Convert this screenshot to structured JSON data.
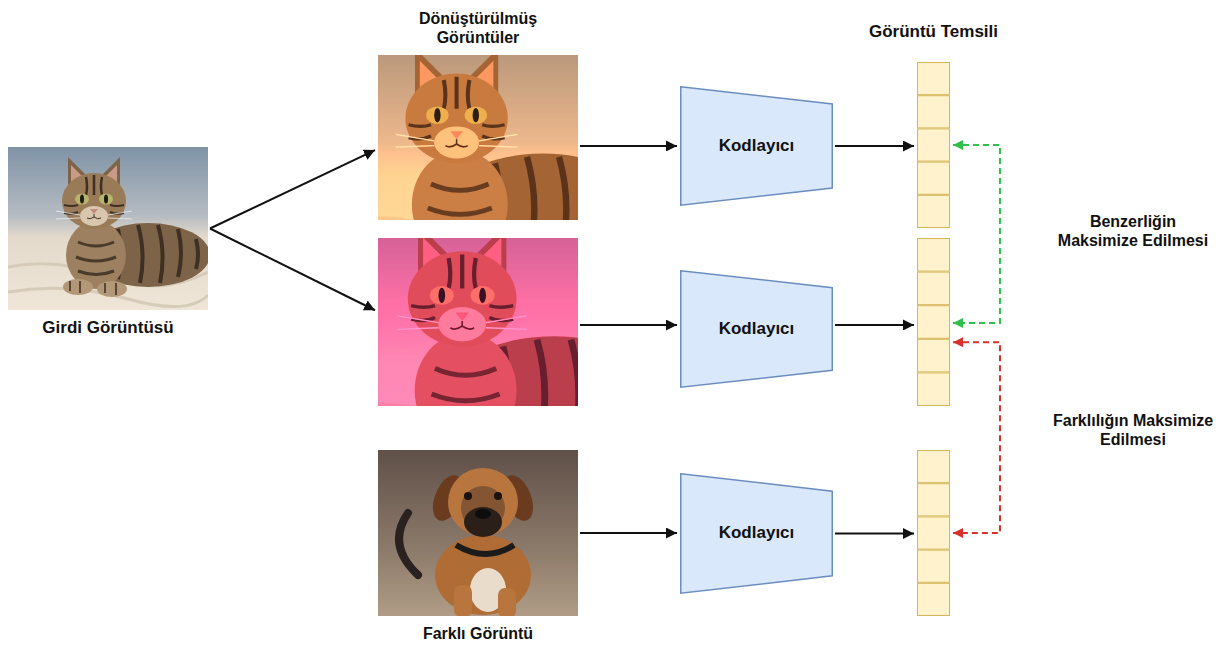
{
  "diagram": {
    "nodes": [
      {
        "text": [
          "Girdi Görüntüsü"
        ]
      },
      {
        "text": [
          "Dönüştürülmüş Görüntüler"
        ]
      },
      {
        "text": []
      },
      {
        "text": [
          "Farklı Görüntü"
        ]
      },
      {
        "text": [
          "Kodlayıcı"
        ]
      },
      {
        "text": [
          "Kodlayıcı"
        ]
      },
      {
        "text": [
          "Kodlayıcı"
        ]
      },
      {
        "text": [
          "Görüntü Temsili"
        ]
      },
      {
        "text": []
      },
      {
        "text": []
      }
    ],
    "edges": [
      {
        "from": 0,
        "to": 1,
        "arrow": "to"
      },
      {
        "from": 0,
        "to": 2,
        "arrow": "to"
      },
      {
        "from": 1,
        "to": 4,
        "arrow": "to"
      },
      {
        "from": 2,
        "to": 5,
        "arrow": "to"
      },
      {
        "from": 3,
        "to": 6,
        "arrow": "to"
      },
      {
        "from": 4,
        "to": 7,
        "arrow": "to"
      },
      {
        "from": 5,
        "to": 8,
        "arrow": "to"
      },
      {
        "from": 6,
        "to": 9,
        "arrow": "to"
      },
      {
        "from": 7,
        "to": 8,
        "label": "Benzerliğin Maksimize Edilmesi",
        "arrow": "both"
      },
      {
        "from": 8,
        "to": 9,
        "label": "Farklılığın Maksimize Edilmesi",
        "arrow": "both"
      }
    ]
  }
}
